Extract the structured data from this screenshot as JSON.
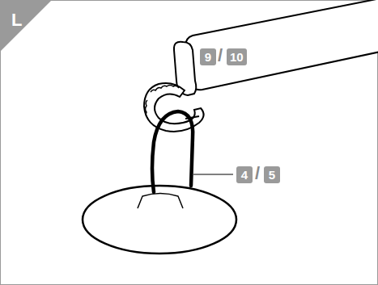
{
  "diagram": {
    "labels": [
      "L",
      "9",
      "/",
      "10",
      "4",
      "/",
      "5"
    ]
  }
}
